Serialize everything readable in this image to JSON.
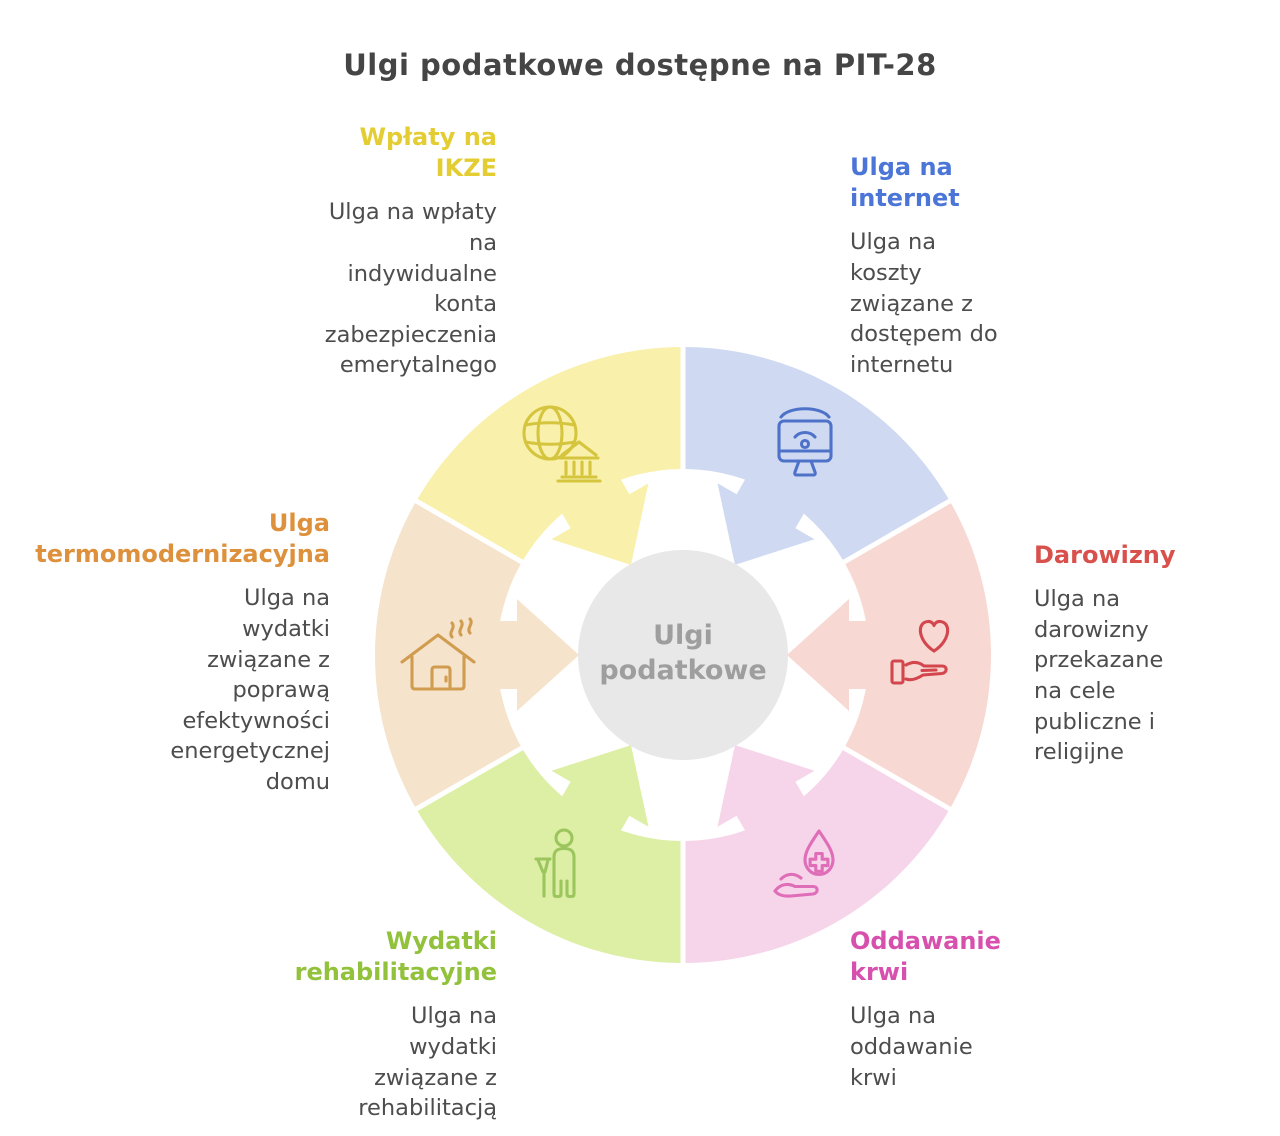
{
  "title": "Ulgi podatkowe dostępne na PIT-28",
  "title_color": "#454545",
  "text_color": "#4d4d4d",
  "center": {
    "label": "Ulgi\npodatkowe",
    "bg_color": "#e8e8e8",
    "text_color": "#9e9e9e"
  },
  "sections": [
    {
      "id": "wplaty-na-ikze",
      "heading": "Wpłaty na\nIKZE",
      "description": "Ulga na wpłaty\nna\nindywidualne\nkonta\nzabezpieczenia\nemerytalnego",
      "heading_color": "#e3cd32",
      "segment_color": "#f9f1ab",
      "icon": "globe-bank-icon",
      "icon_color": "#d5c53e"
    },
    {
      "id": "ulga-na-internet",
      "heading": "Ulga na\ninternet",
      "description": "Ulga na\nkoszty\nzwiązane z\ndostępem do\ninternetu",
      "heading_color": "#4b76d8",
      "segment_color": "#cfd9f2",
      "icon": "monitor-wifi-icon",
      "icon_color": "#4f72c9"
    },
    {
      "id": "darowizny",
      "heading": "Darowizny",
      "description": "Ulga na\ndarowizny\nprzekazane\nna cele\npubliczne i\nreligijne",
      "heading_color": "#d8514c",
      "segment_color": "#f8d8d2",
      "icon": "hand-heart-icon",
      "icon_color": "#d4464e"
    },
    {
      "id": "oddawanie-krwi",
      "heading": "Oddawanie\nkrwi",
      "description": "Ulga na\noddawanie\nkrwi",
      "heading_color": "#d750ae",
      "segment_color": "#f6d4e9",
      "icon": "hand-blood-drop-icon",
      "icon_color": "#df6db8"
    },
    {
      "id": "wydatki-rehabilitacyjne",
      "heading": "Wydatki\nrehabilitacyjne",
      "description": "Ulga na\nwydatki\nzwiązane z\nrehabilitacją",
      "heading_color": "#92c13c",
      "segment_color": "#dcefa5",
      "icon": "person-crutch-icon",
      "icon_color": "#9cc55e"
    },
    {
      "id": "ulga-termomodernizacyjna",
      "heading": "Ulga\ntermomodernizacyjna",
      "description": "Ulga na\nwydatki\nzwiązane z\npoprawą\nefektywności\nenergetycznej\ndomu",
      "heading_color": "#de913c",
      "segment_color": "#f6e3cb",
      "icon": "house-heat-icon",
      "icon_color": "#d09d50"
    }
  ]
}
